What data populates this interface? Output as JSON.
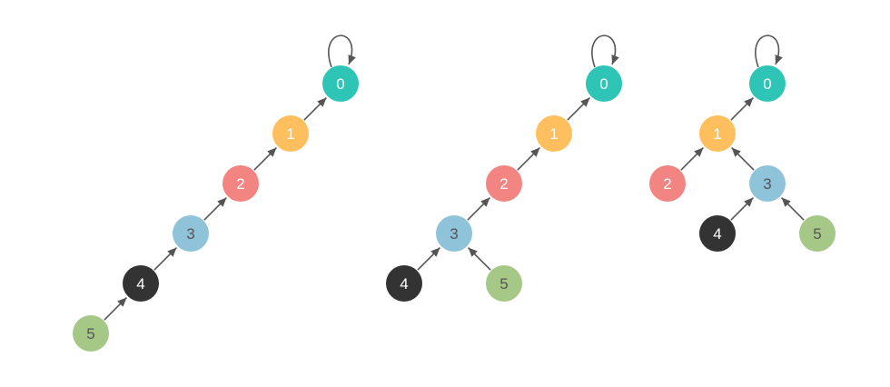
{
  "colors": {
    "node_0": "#2ec4b6",
    "node_1": "#ffbf5f",
    "node_2": "#f28482",
    "node_3": "#8ec3da",
    "node_4": "#333333",
    "node_5": "#a6c887",
    "edge": "#555555",
    "label_light": "#ffffff",
    "label_dark": "#555555"
  },
  "diagrams": [
    {
      "name": "chain-tree",
      "nodes": [
        {
          "id": "0",
          "label": "0",
          "color": "node_0"
        },
        {
          "id": "1",
          "label": "1",
          "color": "node_1"
        },
        {
          "id": "2",
          "label": "2",
          "color": "node_2"
        },
        {
          "id": "3",
          "label": "3",
          "color": "node_3"
        },
        {
          "id": "4",
          "label": "4",
          "color": "node_4"
        },
        {
          "id": "5",
          "label": "5",
          "color": "node_5"
        }
      ],
      "edges": [
        [
          "1",
          "0"
        ],
        [
          "2",
          "1"
        ],
        [
          "3",
          "2"
        ],
        [
          "4",
          "3"
        ],
        [
          "5",
          "4"
        ]
      ],
      "self_loop": "0"
    },
    {
      "name": "partially-compressed-tree",
      "nodes": [
        {
          "id": "0",
          "label": "0",
          "color": "node_0"
        },
        {
          "id": "1",
          "label": "1",
          "color": "node_1"
        },
        {
          "id": "2",
          "label": "2",
          "color": "node_2"
        },
        {
          "id": "3",
          "label": "3",
          "color": "node_3"
        },
        {
          "id": "4",
          "label": "4",
          "color": "node_4"
        },
        {
          "id": "5",
          "label": "5",
          "color": "node_5"
        }
      ],
      "edges": [
        [
          "1",
          "0"
        ],
        [
          "2",
          "1"
        ],
        [
          "3",
          "2"
        ],
        [
          "4",
          "3"
        ],
        [
          "5",
          "3"
        ]
      ],
      "self_loop": "0"
    },
    {
      "name": "compressed-tree",
      "nodes": [
        {
          "id": "0",
          "label": "0",
          "color": "node_0"
        },
        {
          "id": "1",
          "label": "1",
          "color": "node_1"
        },
        {
          "id": "2",
          "label": "2",
          "color": "node_2"
        },
        {
          "id": "3",
          "label": "3",
          "color": "node_3"
        },
        {
          "id": "4",
          "label": "4",
          "color": "node_4"
        },
        {
          "id": "5",
          "label": "5",
          "color": "node_5"
        }
      ],
      "edges": [
        [
          "1",
          "0"
        ],
        [
          "2",
          "1"
        ],
        [
          "3",
          "1"
        ],
        [
          "4",
          "3"
        ],
        [
          "5",
          "3"
        ]
      ],
      "self_loop": "0"
    }
  ]
}
